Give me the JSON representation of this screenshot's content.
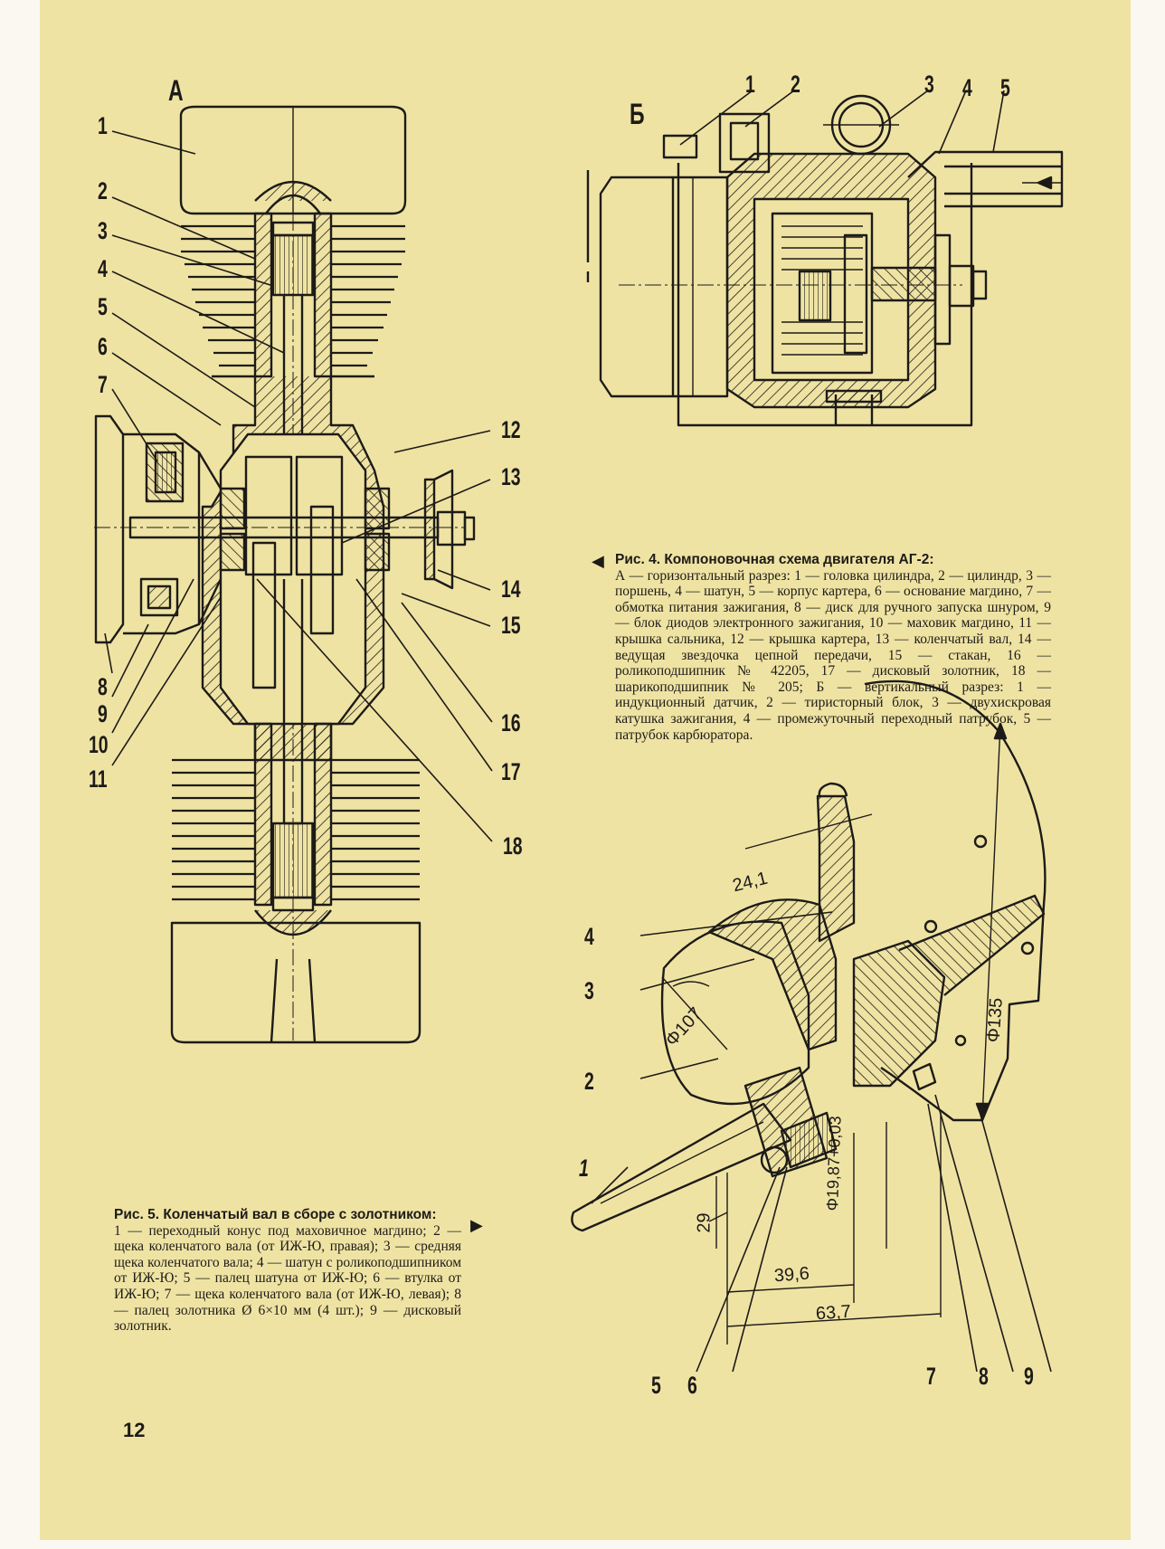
{
  "figure_a": {
    "letter": "А",
    "callouts": [
      "1",
      "2",
      "3",
      "4",
      "5",
      "6",
      "7",
      "8",
      "9",
      "10",
      "11",
      "12",
      "13",
      "14",
      "15",
      "16",
      "17",
      "18"
    ]
  },
  "figure_b": {
    "letter": "Б",
    "callouts": [
      "1",
      "2",
      "3",
      "4",
      "5"
    ]
  },
  "fig4_caption": {
    "title": "Рис. 4. Компоновочная схема двигателя АГ-2:",
    "body": "А — горизонтальный разрез: 1 — головка цилиндра, 2 — цилиндр, 3 — поршень, 4 — шатун, 5 — корпус картера, 6 — основание магдино, 7 — обмотка питания зажигания, 8 — диск для ручного запуска шнуром, 9 — блок диодов электронного зажигания, 10 — маховик магдино, 11 — крышка сальника, 12 — крышка картера, 13 — коленчатый вал, 14 — ведущая звездочка цепной передачи, 15 — стакан, 16 — роликоподшипник № 42205, 17 — дисковый золотник, 18 — шарикоподшипник № 205; Б — вертикальный разрез: 1 — индукционный датчик, 2 — тиристорный блок, 3 — двухискровая катушка зажигания, 4 — промежуточный переходный патрубок, 5 — патрубок карбюратора."
  },
  "fig5_caption": {
    "title": "Рис. 5. Коленчатый вал в сборе с золотником:",
    "body": "1 — переходный конус под маховичное магдино; 2 — щека коленчатого вала (от ИЖ-Ю, правая); 3 — средняя щека коленчатого вала; 4 — шатун с роликоподшипником от ИЖ-Ю; 5 — палец шатуна от ИЖ-Ю; 6 — втулка от ИЖ-Ю; 7 — щека коленчатого вала (от ИЖ-Ю, левая); 8 — палец золотника Ø 6×10 мм (4 шт.); 9 — дисковый золотник."
  },
  "figure_5": {
    "callouts": [
      "1",
      "2",
      "3",
      "4",
      "5",
      "6",
      "7",
      "8",
      "9"
    ],
    "dimensions": [
      "24,1",
      "Φ107",
      "Φ135",
      "29",
      "39,6",
      "63,7",
      "Φ19,87+0,03"
    ]
  },
  "page_number": "12",
  "colors": {
    "paper": "#efe3a4",
    "ink": "#1d1b17",
    "margin": "#fbf7f1"
  }
}
